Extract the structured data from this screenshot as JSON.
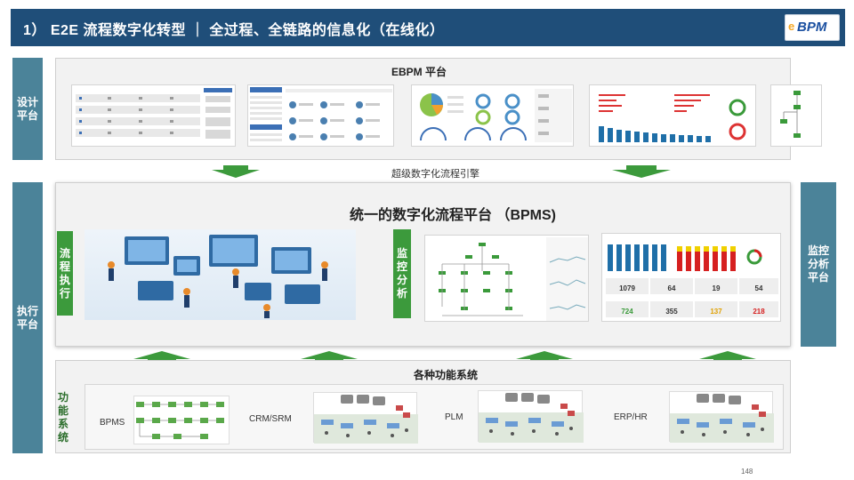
{
  "header": {
    "title": "1） E2E 流程数字化转型 ｜ 全过程、全链路的信息化（在线化）",
    "logo_text": "BPM",
    "logo_mark": "e"
  },
  "side": {
    "design": "设计\n平台",
    "exec": "执行\n平台",
    "monitor": "监控\n分析\n平台"
  },
  "ebpm": {
    "title": "EBPM 平台"
  },
  "engine": {
    "label": "超级数字化流程引擎"
  },
  "bpms": {
    "title": "统一的数字化流程平台 （BPMS)",
    "flow_label": "流程\n执行",
    "monitor_label": "监\n控\n分\n析"
  },
  "dashboard": {
    "row1": [
      "1079",
      "64",
      "19",
      "54"
    ],
    "row2": [
      "724",
      "355",
      "137",
      "218"
    ],
    "row2_colors": [
      "#3a9a3a",
      "#333333",
      "#e0a000",
      "#d62020"
    ]
  },
  "functions": {
    "title": "各种功能系统",
    "side_label": "功\n能\n系\n统",
    "systems": [
      "BPMS",
      "CRM/SRM",
      "PLM",
      "ERP/HR"
    ]
  },
  "colors": {
    "banner": "#1f4e79",
    "side": "#4b8399",
    "green": "#3c9a3c"
  },
  "page_number": "148"
}
